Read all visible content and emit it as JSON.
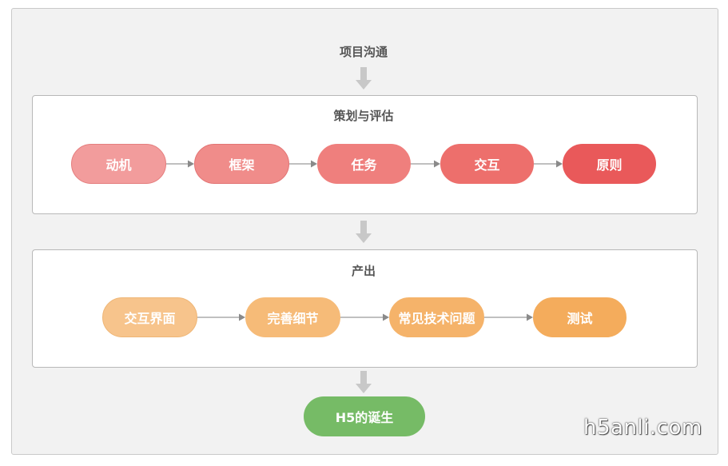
{
  "top_label": "项目沟通",
  "planning": {
    "title": "策划与评估",
    "steps": [
      {
        "label": "动机",
        "color": "#f29c9c",
        "border": "#e57e7e"
      },
      {
        "label": "框架",
        "color": "#f08c8a",
        "border": "#e27474"
      },
      {
        "label": "任务",
        "color": "#ef7f7d",
        "border": "#ef7f7d"
      },
      {
        "label": "交互",
        "color": "#ed6f6c",
        "border": "#ed6f6c"
      },
      {
        "label": "原则",
        "color": "#e9595a",
        "border": "#e9595a"
      }
    ]
  },
  "output": {
    "title": "产出",
    "steps": [
      {
        "label": "交互界面",
        "color": "#f7c48c",
        "border": "#efb676"
      },
      {
        "label": "完善细节",
        "color": "#f6bb78",
        "border": "#f6bb78"
      },
      {
        "label": "常见技术问题",
        "color": "#f5b36a",
        "border": "#f5b36a"
      },
      {
        "label": "测试",
        "color": "#f4ac5c",
        "border": "#f4ac5c"
      }
    ]
  },
  "result_label": "H5的诞生",
  "watermark": "h5anli.com"
}
